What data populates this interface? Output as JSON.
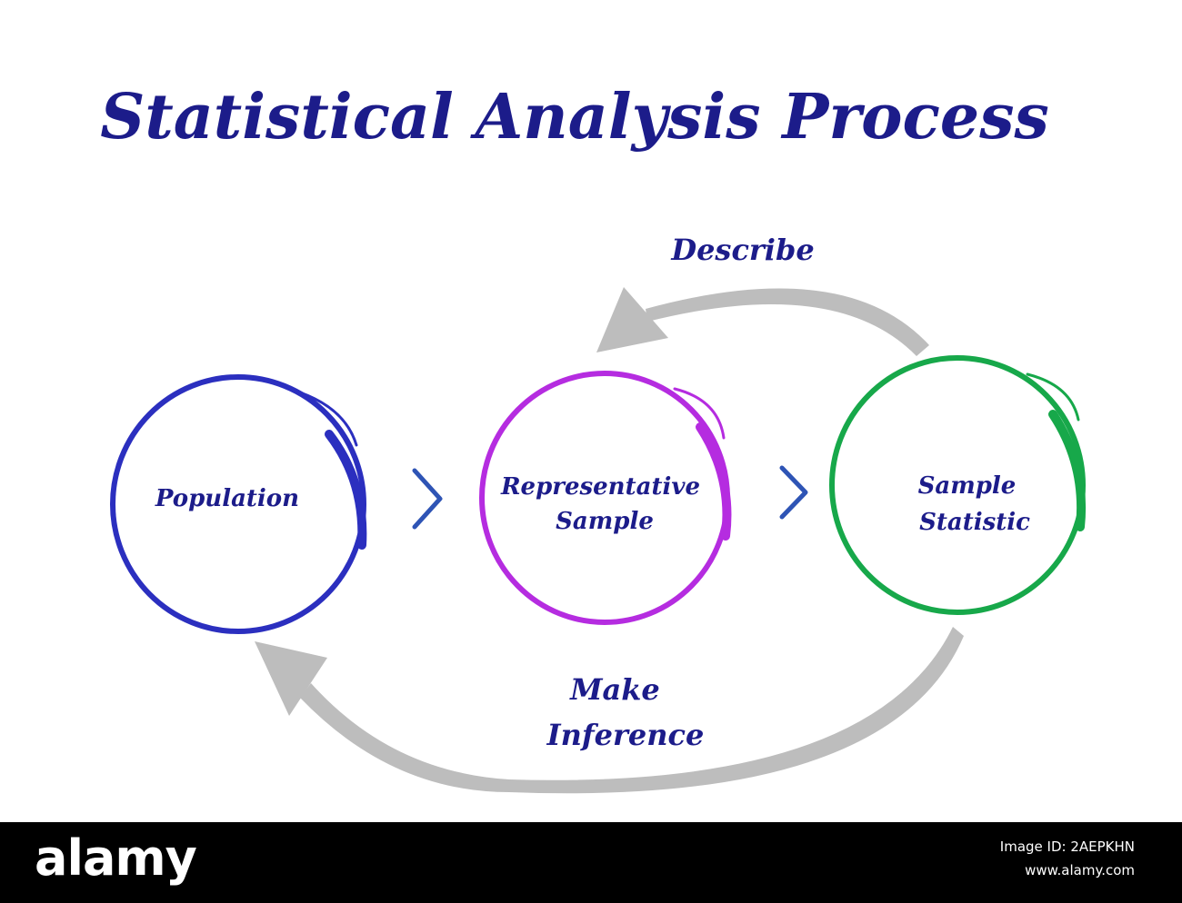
{
  "title": "Statistical Analysis Process",
  "nodes": {
    "population": {
      "lines": [
        "Population"
      ],
      "color": "#2b2fbf"
    },
    "representative_sample": {
      "lines": [
        "Representative",
        "Sample"
      ],
      "color": "#b52ce0"
    },
    "sample_statistic": {
      "lines": [
        "Sample",
        "Statistic"
      ],
      "color": "#17a84a"
    }
  },
  "edges": {
    "describe": {
      "lines": [
        "Describe"
      ]
    },
    "make_inference": {
      "lines": [
        "Make",
        "Inference"
      ]
    }
  },
  "colors": {
    "text": "#1c1c8a",
    "chevron": "#2e54b5",
    "arrow": "#bdbdbd",
    "footer_bg": "#000000"
  },
  "watermark": {
    "logo": "alamy",
    "image_id": "Image ID: 2AEPKHN",
    "url": "www.alamy.com"
  }
}
